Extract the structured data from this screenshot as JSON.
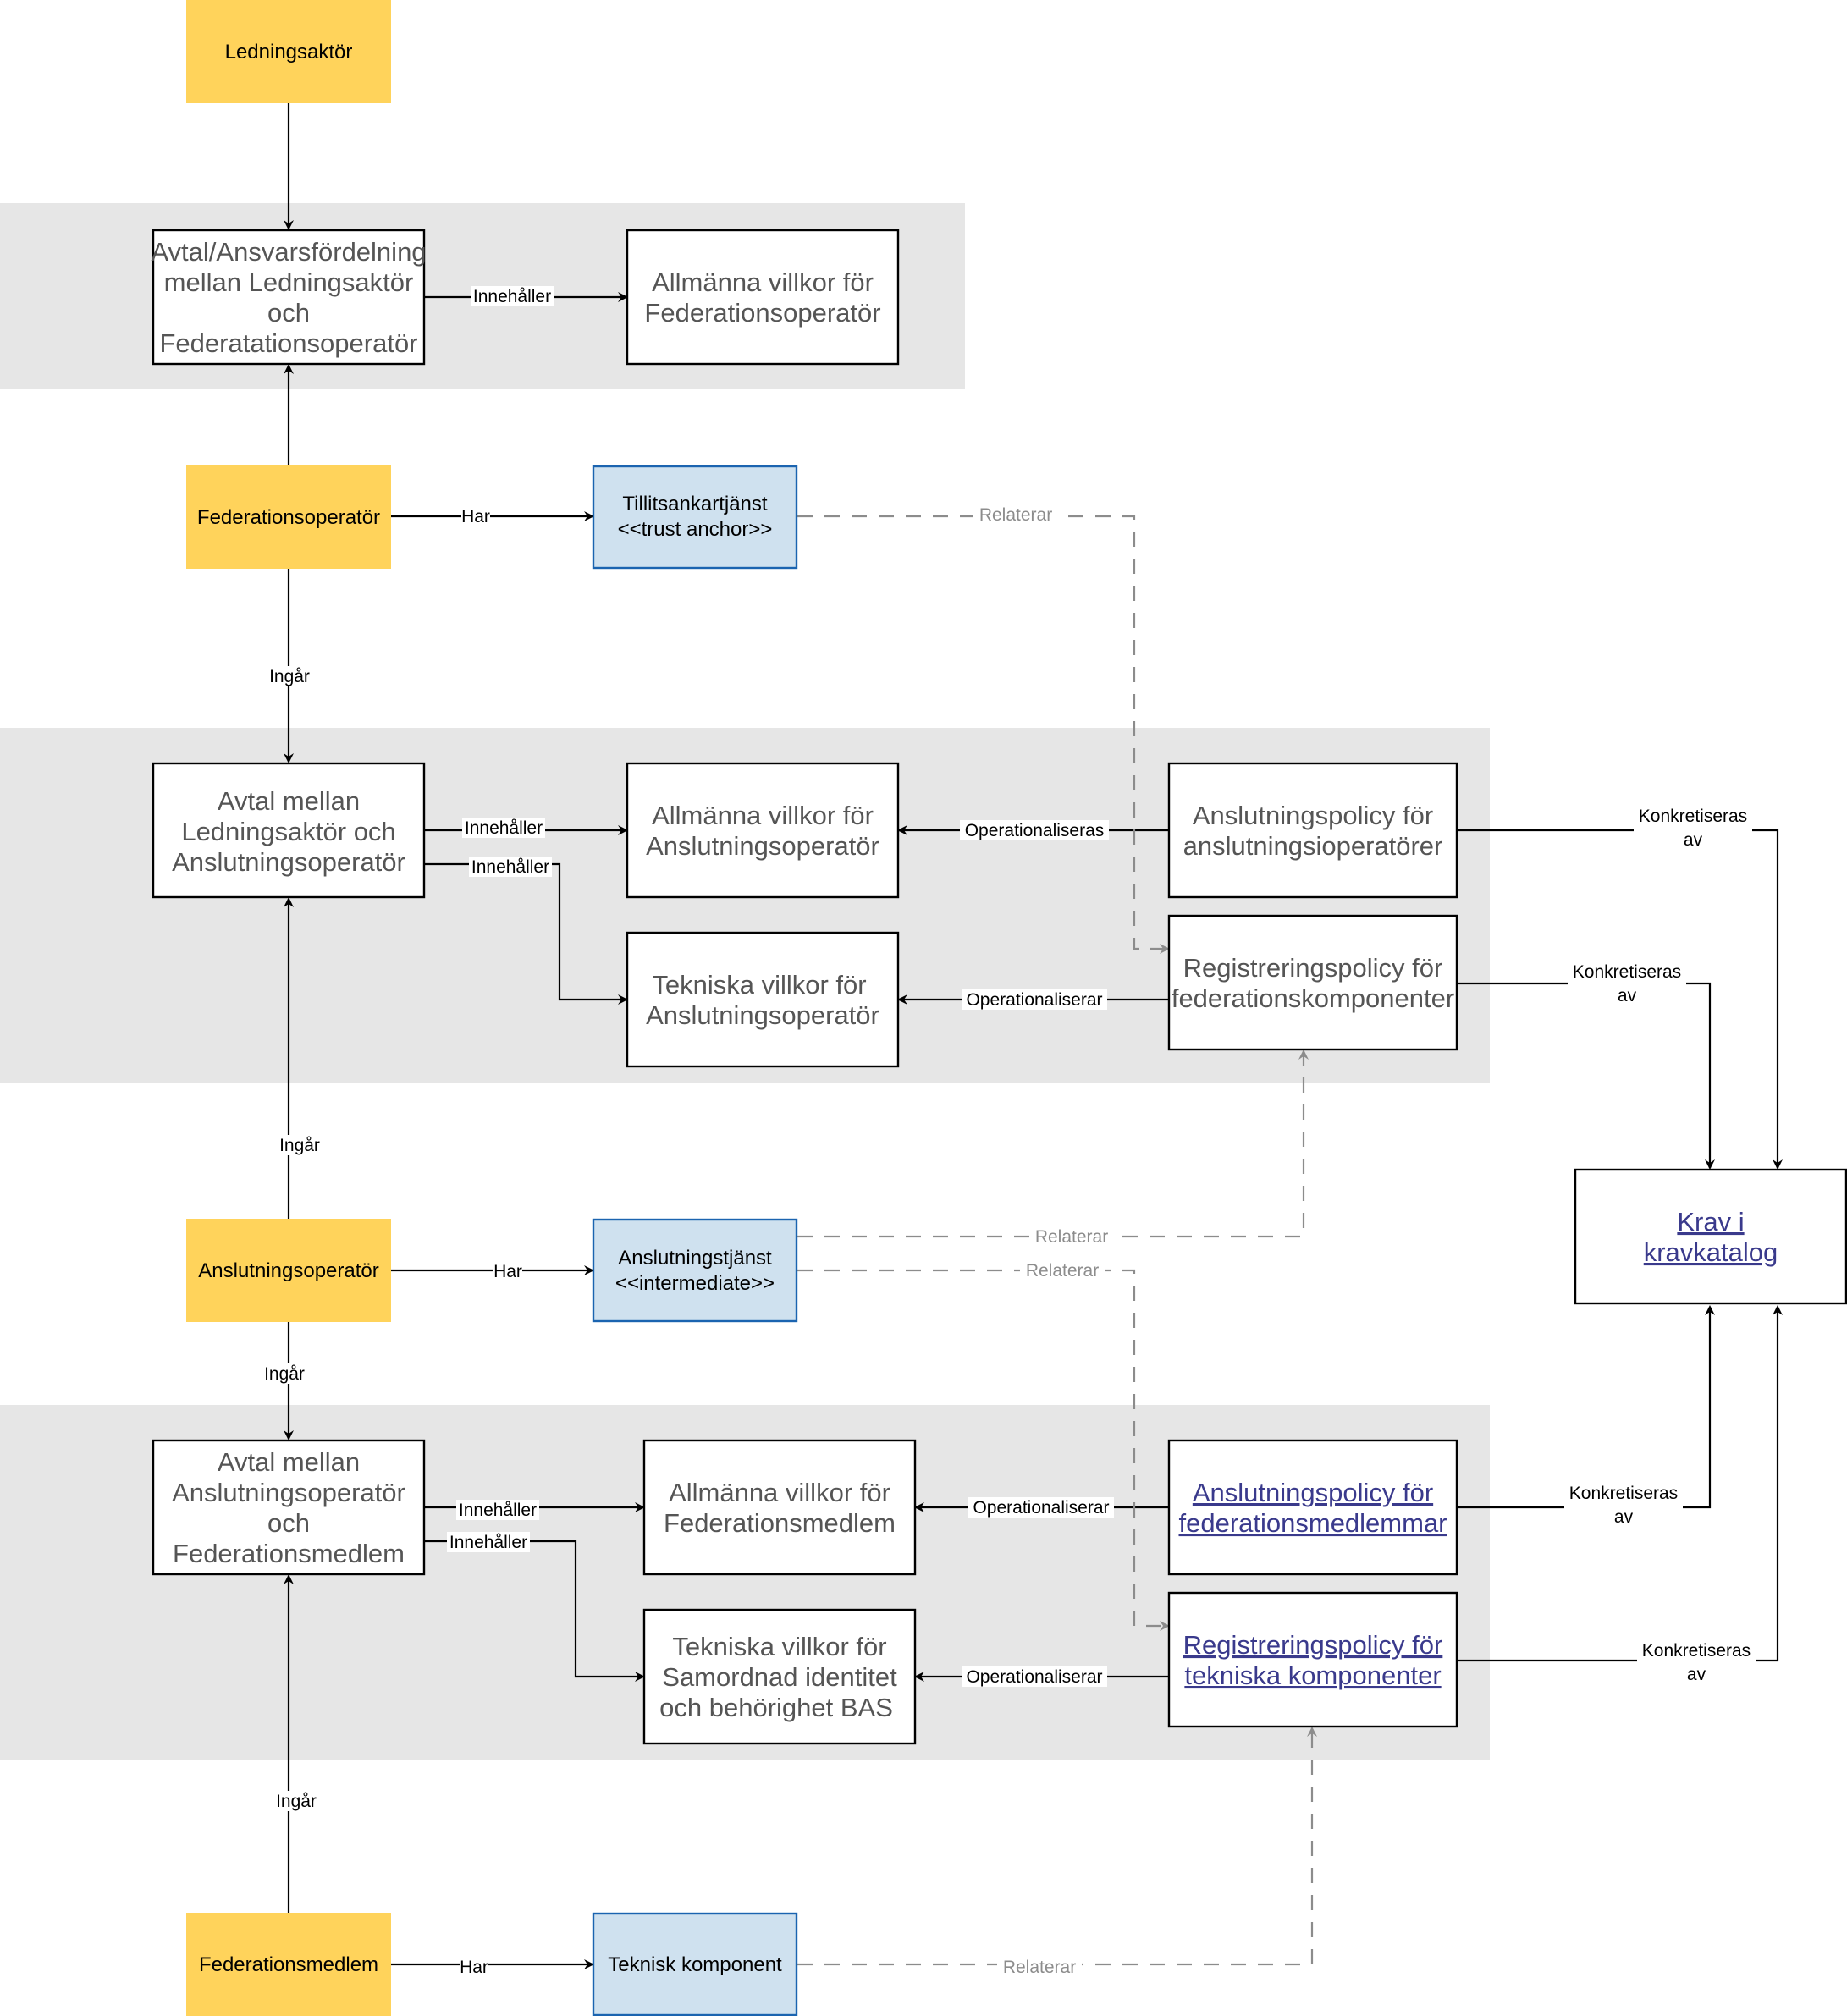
{
  "nodes": {
    "ledningsaktor": "Ledningsaktör",
    "federationsoperator": "Federationsoperatör",
    "anslutningsoperator": "Anslutningsoperatör",
    "federationsmedlem": "Federationsmedlem",
    "avtal_lf": [
      "Avtal/Ansvarsfördelning",
      "mellan Ledningsaktör",
      "och",
      "Federatationsoperatör"
    ],
    "villkor_fed_op": [
      "Allmänna villkor för",
      "Federationsoperatör"
    ],
    "tillit": [
      "Tillitsankartjänst",
      "<<trust anchor>>"
    ],
    "avtal_la": [
      "Avtal mellan",
      "Ledningsaktör och",
      "Anslutningsoperatör"
    ],
    "villkor_ansl_op": [
      "Allmänna villkor för",
      "Anslutningsoperatör"
    ],
    "tekn_ansl_op": [
      "Tekniska villkor för",
      "Anslutningsoperatör"
    ],
    "policy_ansl_op": [
      "Anslutningspolicy för",
      "anslutningsioperatörer"
    ],
    "reg_fed_komp": [
      "Registreringspolicy för",
      "federationskomponenter"
    ],
    "krav": [
      "Krav i ",
      "kravkatalog"
    ],
    "ansl_tjanst": [
      "Anslutningstjänst",
      "<<intermediate>>"
    ],
    "avtal_af": [
      "Avtal mellan",
      "Anslutningsoperatör",
      "och",
      "Federationsmedlem"
    ],
    "villkor_fed_med": [
      "Allmänna villkor för",
      "Federationsmedlem"
    ],
    "tekn_bas": [
      "Tekniska villkor för",
      "Samordnad identitet",
      "och behörighet BAS"
    ],
    "policy_fed_med": [
      "Anslutningspolicy för",
      "federationsmedlemmar"
    ],
    "reg_tekn_komp": [
      "Registreringspolicy för",
      "tekniska komponenter"
    ],
    "tekn_komponent": "Teknisk komponent"
  },
  "edge_labels": {
    "innehaller": "Innehåller",
    "har": "Har",
    "ingar": "Ingår",
    "relaterar": "Relaterar",
    "operationaliseras": "Operationaliseras",
    "operationaliserar": "Operationaliserar",
    "konkretiseras": [
      "Konkretiseras",
      "av"
    ]
  },
  "colors": {
    "actor": "#ffd35b",
    "service": "#cfe1ef",
    "service_border": "#1b64b0",
    "group_band": "#e6e6e6",
    "dashed_relation": "#8c8c8c"
  }
}
